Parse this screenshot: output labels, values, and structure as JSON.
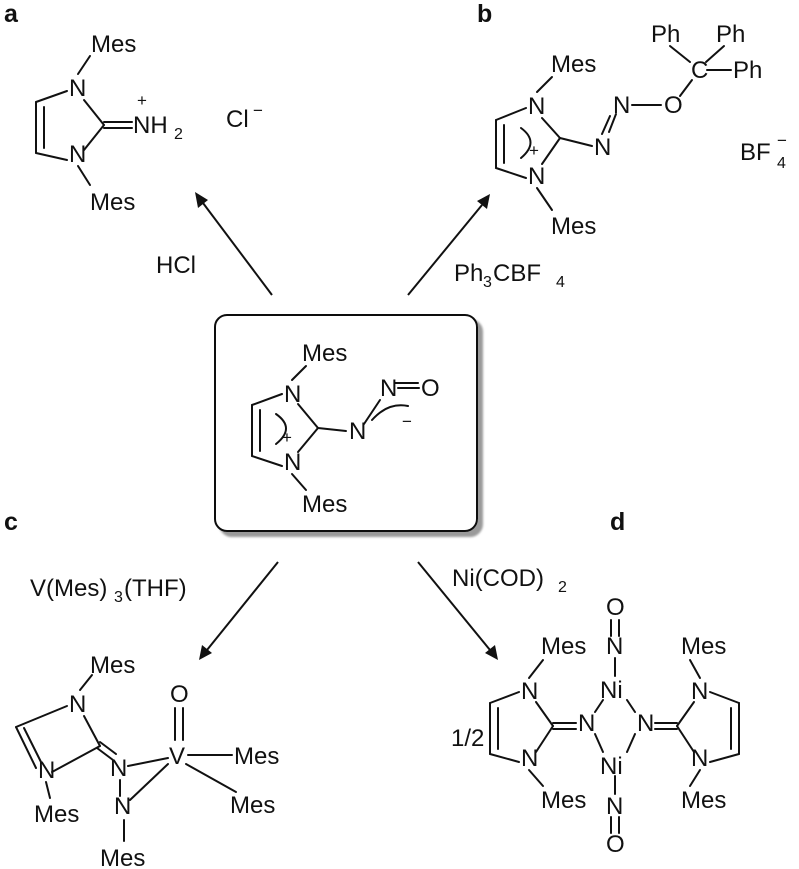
{
  "panel_labels": {
    "a": "a",
    "b": "b",
    "c": "c",
    "d": "d"
  },
  "atoms": {
    "N": "N",
    "O": "O",
    "C": "C",
    "H": "H",
    "V": "V",
    "Ni": "Ni",
    "Mes": "Mes",
    "Ph": "Ph",
    "NH": "NH",
    "two": "2",
    "plus": "+",
    "minus": "−"
  },
  "counterions": {
    "chloride": "Cl",
    "chloride_charge": "−",
    "tetrafluoroborate": "BF",
    "tetrafluoroborate_sub": "4",
    "tetrafluoroborate_charge": "−"
  },
  "reagents": {
    "a": "HCl",
    "b_main": "Ph",
    "b_sub1": "3",
    "b_mid": "CBF",
    "b_sub2": "4",
    "c_main": "V(Mes)",
    "c_sub": "3",
    "c_tail": "(THF)",
    "d_main": "Ni(COD)",
    "d_sub": "2"
  },
  "stoichiometry": {
    "d": "1/2"
  }
}
